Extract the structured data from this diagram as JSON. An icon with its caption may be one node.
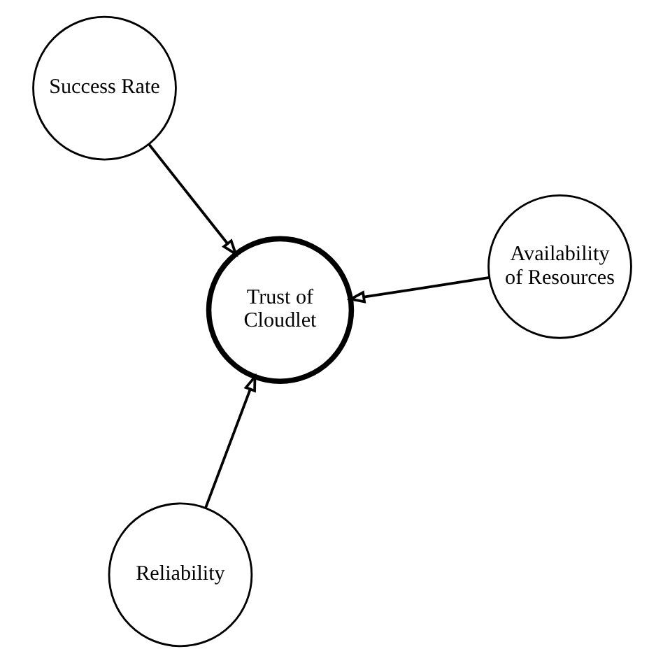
{
  "diagram": {
    "nodes": [
      {
        "text": [
          "Trust of Cloudlet"
        ]
      },
      {
        "text": [
          "Availability of Resources"
        ]
      },
      {
        "text": [
          "Reliability"
        ]
      },
      {
        "text": [
          "Success Rate"
        ]
      }
    ],
    "edges": [
      {
        "from": 1,
        "to": 0,
        "arrow": "to"
      },
      {
        "from": 2,
        "to": 0,
        "arrow": "to"
      },
      {
        "from": 3,
        "to": 0,
        "arrow": "to"
      }
    ]
  }
}
